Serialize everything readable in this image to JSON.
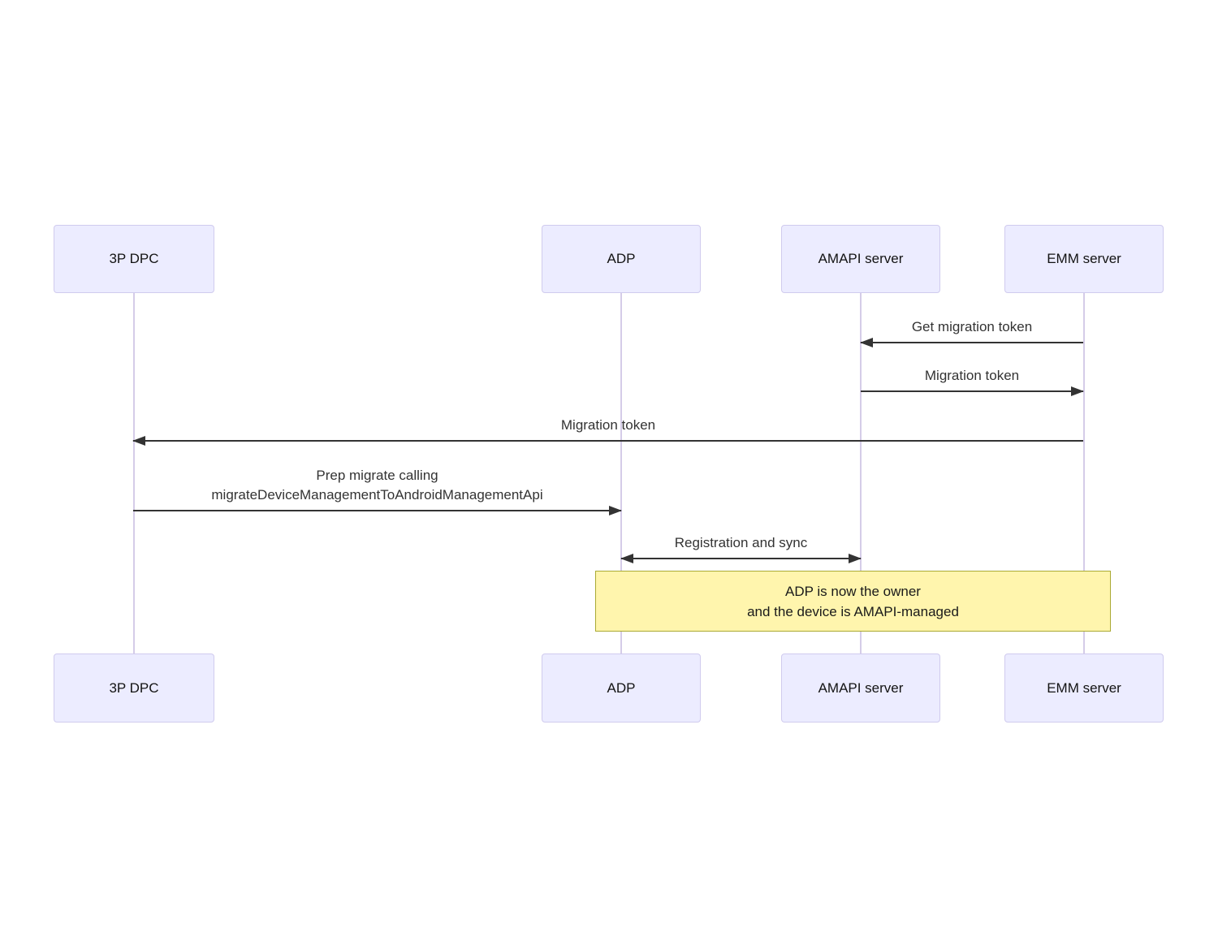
{
  "diagram": {
    "type": "sequence",
    "actors": [
      {
        "id": "3p-dpc",
        "label": "3P DPC"
      },
      {
        "id": "adp",
        "label": "ADP"
      },
      {
        "id": "amapi-server",
        "label": "AMAPI server"
      },
      {
        "id": "emm-server",
        "label": "EMM server"
      }
    ],
    "messages": [
      {
        "from": "EMM server",
        "to": "AMAPI server",
        "direction": "left",
        "label": "Get migration token"
      },
      {
        "from": "AMAPI server",
        "to": "EMM server",
        "direction": "right",
        "label": "Migration token"
      },
      {
        "from": "EMM server",
        "to": "3P DPC",
        "direction": "left",
        "label": "Migration token"
      },
      {
        "from": "3P DPC",
        "to": "ADP",
        "direction": "right",
        "label_line1": "Prep migrate calling",
        "label_line2": "migrateDeviceManagementToAndroidManagementApi"
      },
      {
        "from": "ADP",
        "to": "AMAPI server",
        "direction": "both",
        "label": "Registration and sync"
      }
    ],
    "note": {
      "over": "ADP, AMAPI server, EMM server",
      "line1": "ADP is now the owner",
      "line2": "and the device is AMAPI-managed"
    },
    "colors": {
      "actor_fill": "#ECECFF",
      "actor_border": "#D0CBEE",
      "lifeline": "#D5CCE8",
      "arrow": "#333333",
      "message_text": "#333333",
      "note_fill": "#FFF5AD",
      "note_border": "#AAAA33",
      "note_text": "#1A1A1A"
    }
  }
}
